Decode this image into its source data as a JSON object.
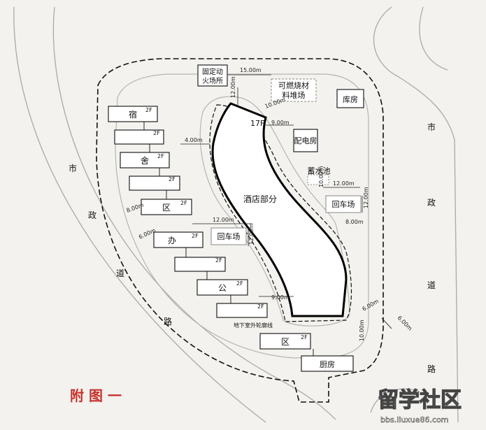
{
  "roads": {
    "west": [
      "市",
      "政",
      "道",
      "路"
    ],
    "east": [
      "市",
      "政",
      "道",
      "路"
    ]
  },
  "facilities": {
    "fixed_fire": [
      "固定动",
      "火场所"
    ],
    "combustible": [
      "可燃烧材",
      "料堆场"
    ],
    "warehouse": "库房",
    "floors_17": "17F",
    "power_room": "配电房",
    "reservoir": "蓄水池",
    "hotel": "酒店部分",
    "turnaround_east": "回车场",
    "turnaround_west": "回车场",
    "kitchen": "厨房",
    "basement_outline": "地下室外轮廓线"
  },
  "dormitory": {
    "b1": "宿",
    "b2": "",
    "b3": "舍",
    "b4": "",
    "b5": "区",
    "floors": "2F"
  },
  "office": {
    "b1": "办",
    "b2": "",
    "b3": "公",
    "b4": "",
    "b5": "区",
    "floors": "2F"
  },
  "dimensions": {
    "d15": "15.00m",
    "d12a": "12.00m",
    "d9a": "9.00m",
    "d4": "4.00m",
    "d12b": "12.00m",
    "d12c": "12.00m",
    "d9b": "9.00m",
    "d10a": "10.00m",
    "d10b": "10.00m",
    "d10c": "10.00m",
    "d12v1": "12.00m",
    "d12v2": "12.00m",
    "d8a": "8.00m",
    "d8b": "8.00m",
    "d6a": "6.00m",
    "d6b": "6.00m",
    "d6c": "6.00m"
  },
  "caption": "附 图 一",
  "watermark": {
    "title": "留学社区",
    "url": "bbs.liuxue86.com"
  }
}
